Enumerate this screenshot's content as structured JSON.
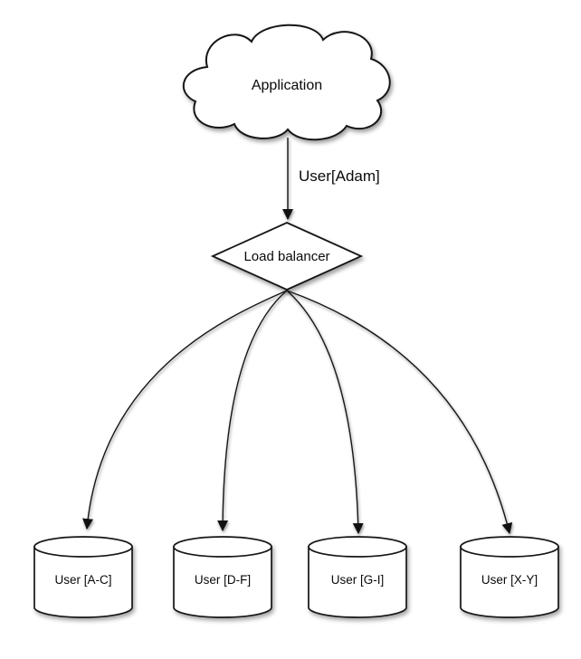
{
  "diagram": {
    "title_hint": "application-sharding-load-balancer-diagram",
    "cloud": {
      "label": "Application"
    },
    "edge": {
      "label": "User[Adam]"
    },
    "load_balancer": {
      "label": "Load balancer"
    },
    "shards": [
      {
        "label": "User [A-C]"
      },
      {
        "label": "User [D-F]"
      },
      {
        "label": "User [G-I]"
      },
      {
        "label": "User [X-Y]"
      }
    ],
    "colors": {
      "stroke": "#161616",
      "fill": "#ffffff",
      "text": "#0a0a0a",
      "background": "#ffffff"
    }
  }
}
